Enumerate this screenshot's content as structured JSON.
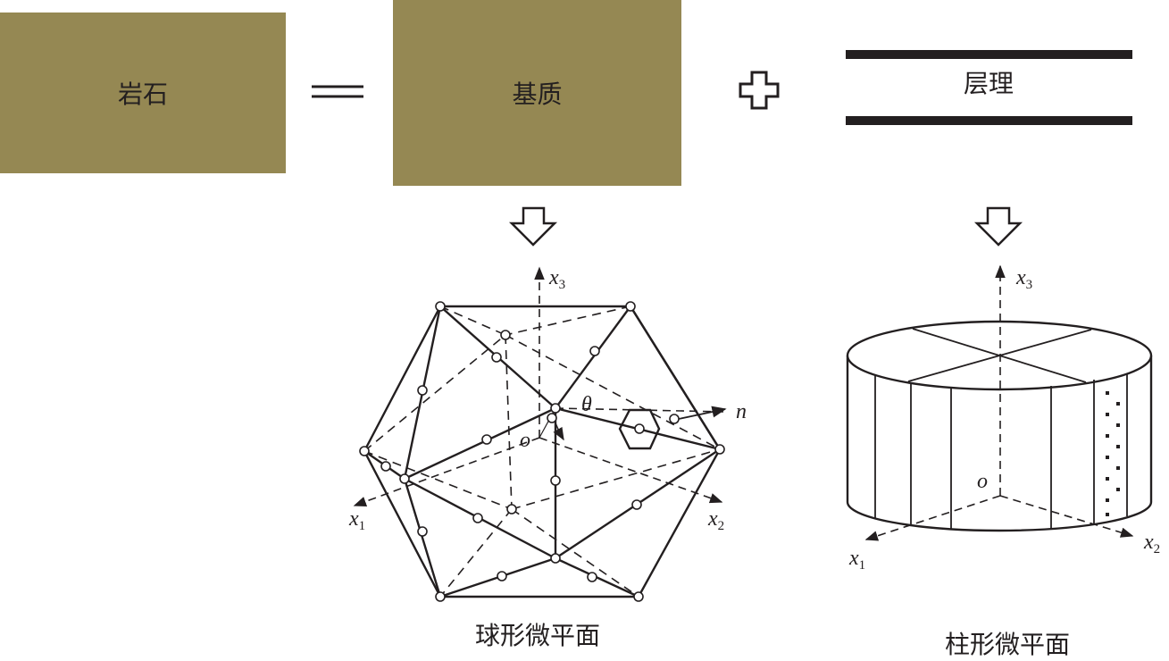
{
  "boxes": {
    "rock": "岩石",
    "matrix": "基质",
    "bedding": "层理"
  },
  "captions": {
    "sphere": "球形微平面",
    "cylinder": "柱形微平面"
  },
  "axes": {
    "x1": "x",
    "x1_sub": "1",
    "x2": "x",
    "x2_sub": "2",
    "x3": "x",
    "x3_sub": "3",
    "origin": "o",
    "normal": "n",
    "angle": "θ"
  },
  "colors": {
    "box_fill": "#958853",
    "line": "#231f20"
  }
}
